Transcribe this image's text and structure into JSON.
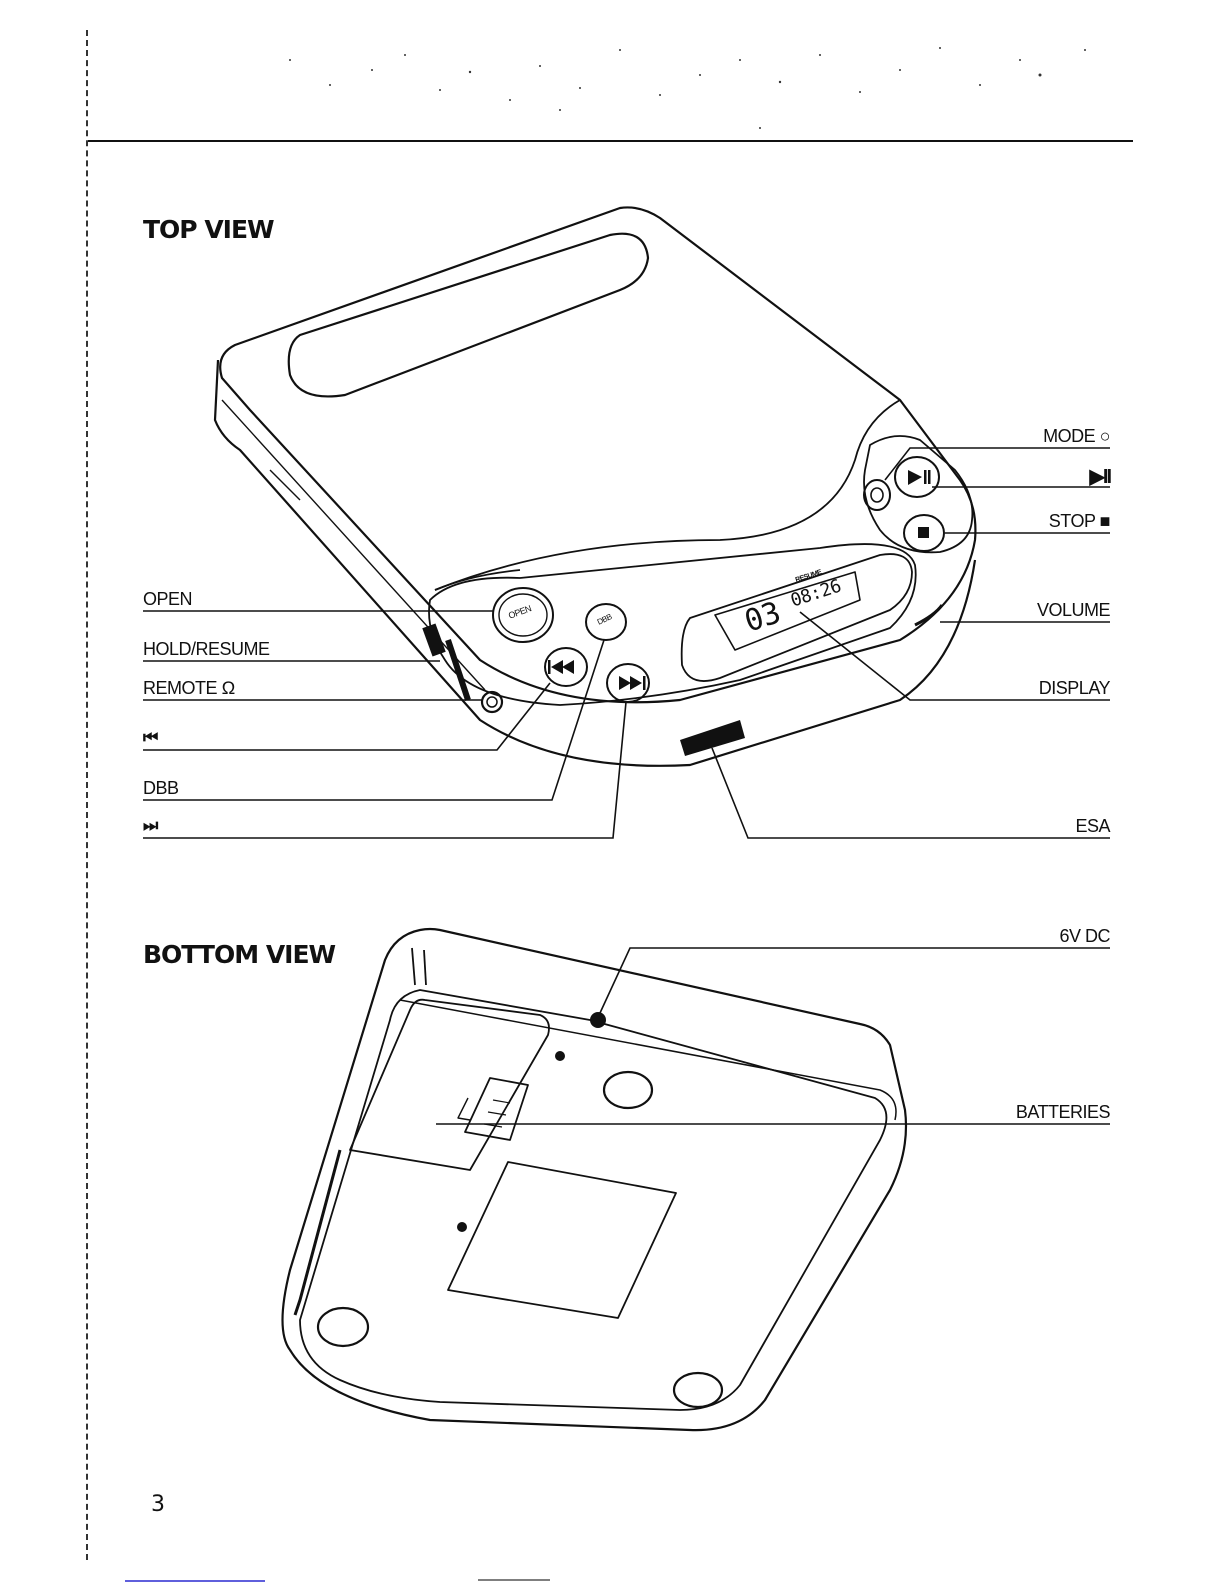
{
  "top_view": {
    "heading": "TOP VIEW",
    "labels": {
      "open": "OPEN",
      "hold_resume": "HOLD/RESUME",
      "remote": "REMOTE Ω",
      "prev": "⏮",
      "dbb": "DBB",
      "next": "⏭",
      "mode": "MODE ○",
      "play_pause": "▶II",
      "stop": "STOP ■",
      "volume": "VOLUME",
      "display": "DISPLAY",
      "esa": "ESA"
    },
    "device": {
      "btn_open": "OPEN",
      "btn_dbb": "DBB",
      "lcd_track": "03",
      "lcd_time": "08:26",
      "lcd_resume": "RESUME"
    }
  },
  "bottom_view": {
    "heading": "BOTTOM VIEW",
    "labels": {
      "dc": "6V DC",
      "batteries": "BATTERIES"
    }
  },
  "page_number": "3"
}
